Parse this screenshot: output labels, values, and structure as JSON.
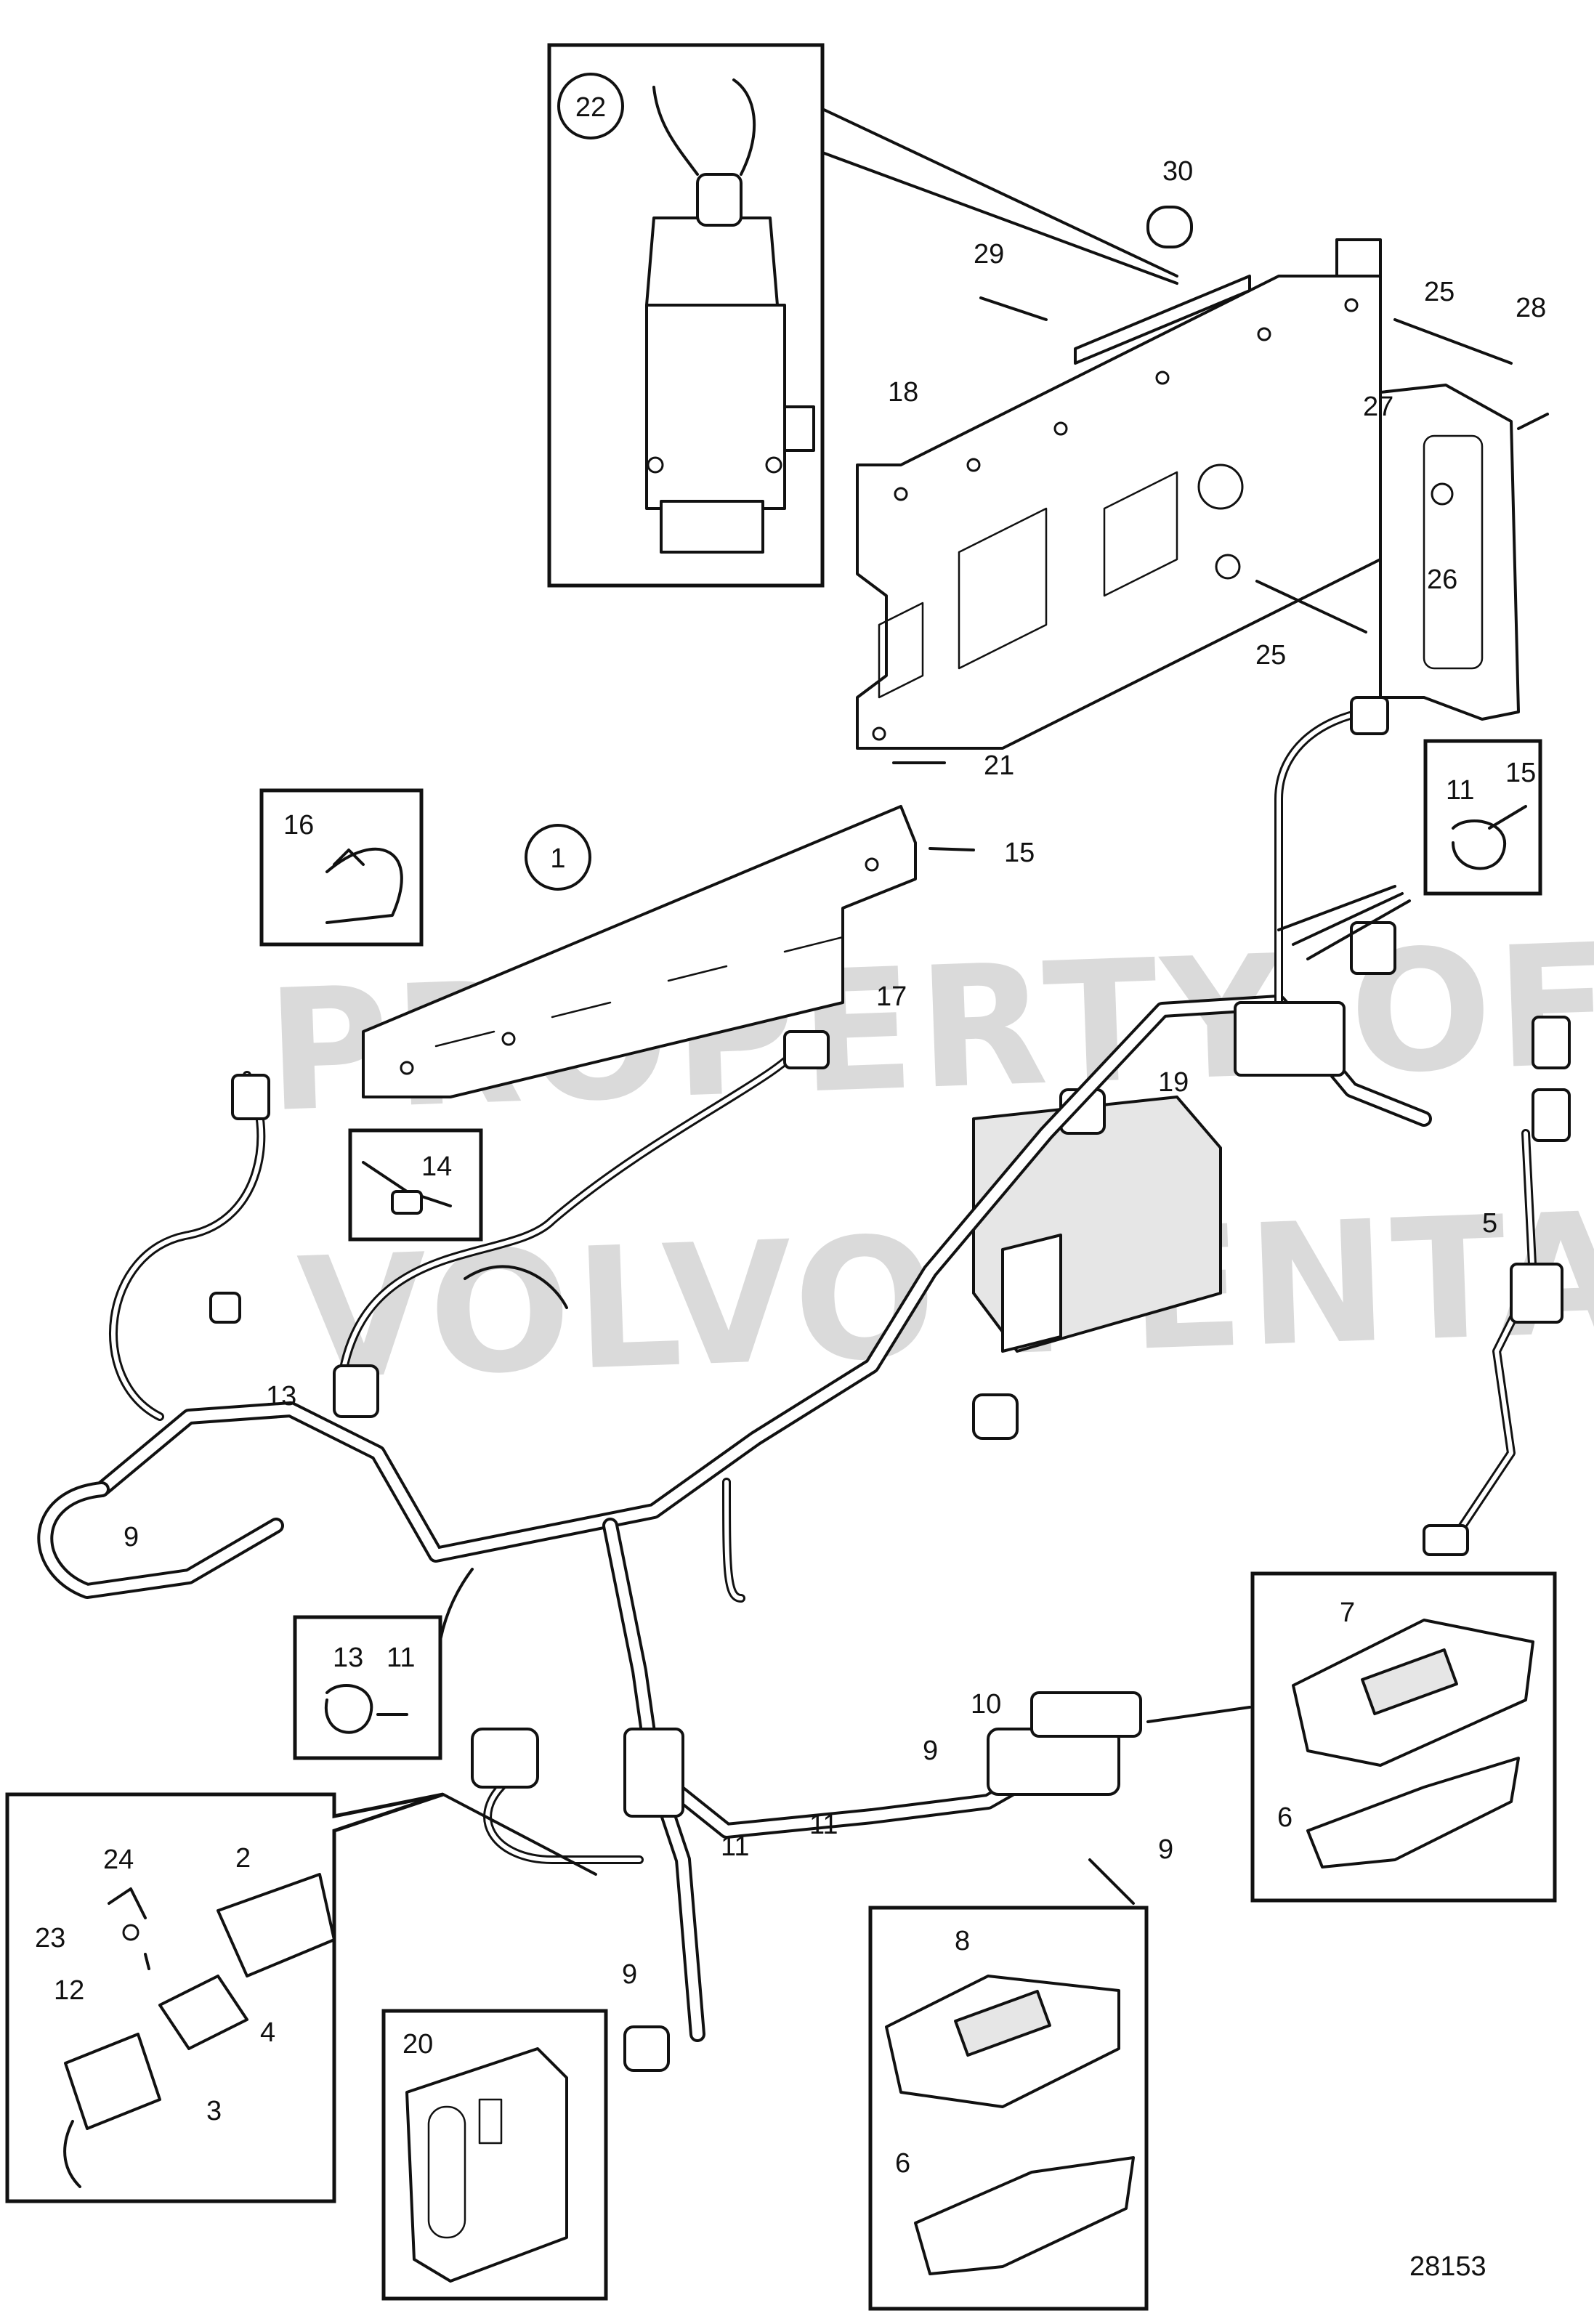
{
  "diagram": {
    "watermark_lines": [
      "PROPERTY OF",
      "VOLVO PENTA"
    ],
    "reference_number": "28153",
    "callouts": {
      "c1": "1",
      "c2": "2",
      "c3": "3",
      "c4": "4",
      "c5": "5",
      "c6a": "6",
      "c6b": "6",
      "c7": "7",
      "c8": "8",
      "c9a": "9",
      "c9b": "9",
      "c9c": "9",
      "c9d": "9",
      "c10": "10",
      "c11a": "11",
      "c11b": "11",
      "c11c": "11",
      "c11d": "11",
      "c12": "12",
      "c13a": "13",
      "c13b": "13",
      "c14": "14",
      "c15a": "15",
      "c15b": "15",
      "c16": "16",
      "c17": "17",
      "c18": "18",
      "c19": "19",
      "c20": "20",
      "c21": "21",
      "c22": "22",
      "c23": "23",
      "c24": "24",
      "c25a": "25",
      "c25b": "25",
      "c26": "26",
      "c27": "27",
      "c28": "28",
      "c29": "29",
      "c30": "30"
    }
  }
}
